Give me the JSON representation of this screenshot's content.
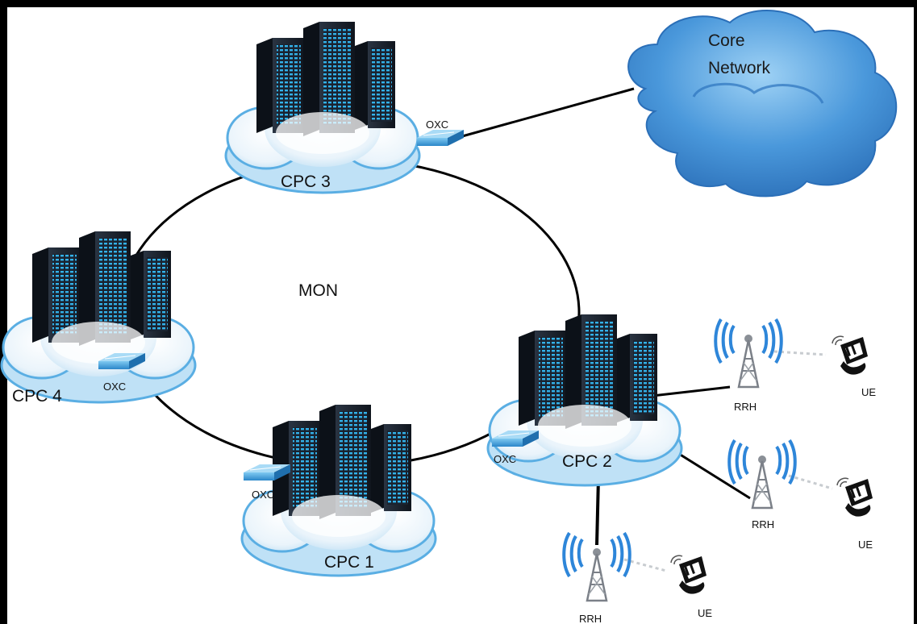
{
  "title": "",
  "cloud": {
    "line1": "Core",
    "line2": "Network"
  },
  "ring_label": "MON",
  "nodes": {
    "cpc1": "CPC 1",
    "cpc2": "CPC 2",
    "cpc3": "CPC 3",
    "cpc4": "CPC 4"
  },
  "oxc_label": "OXC",
  "rrh_label": "RRH",
  "ue_label": "UE",
  "colors": {
    "cloud_blue": "#3f8fd6",
    "server_dark": "#1d2430",
    "server_led": "#2aa6e0",
    "antenna_wave": "#2e86d9",
    "line": "#000000"
  }
}
